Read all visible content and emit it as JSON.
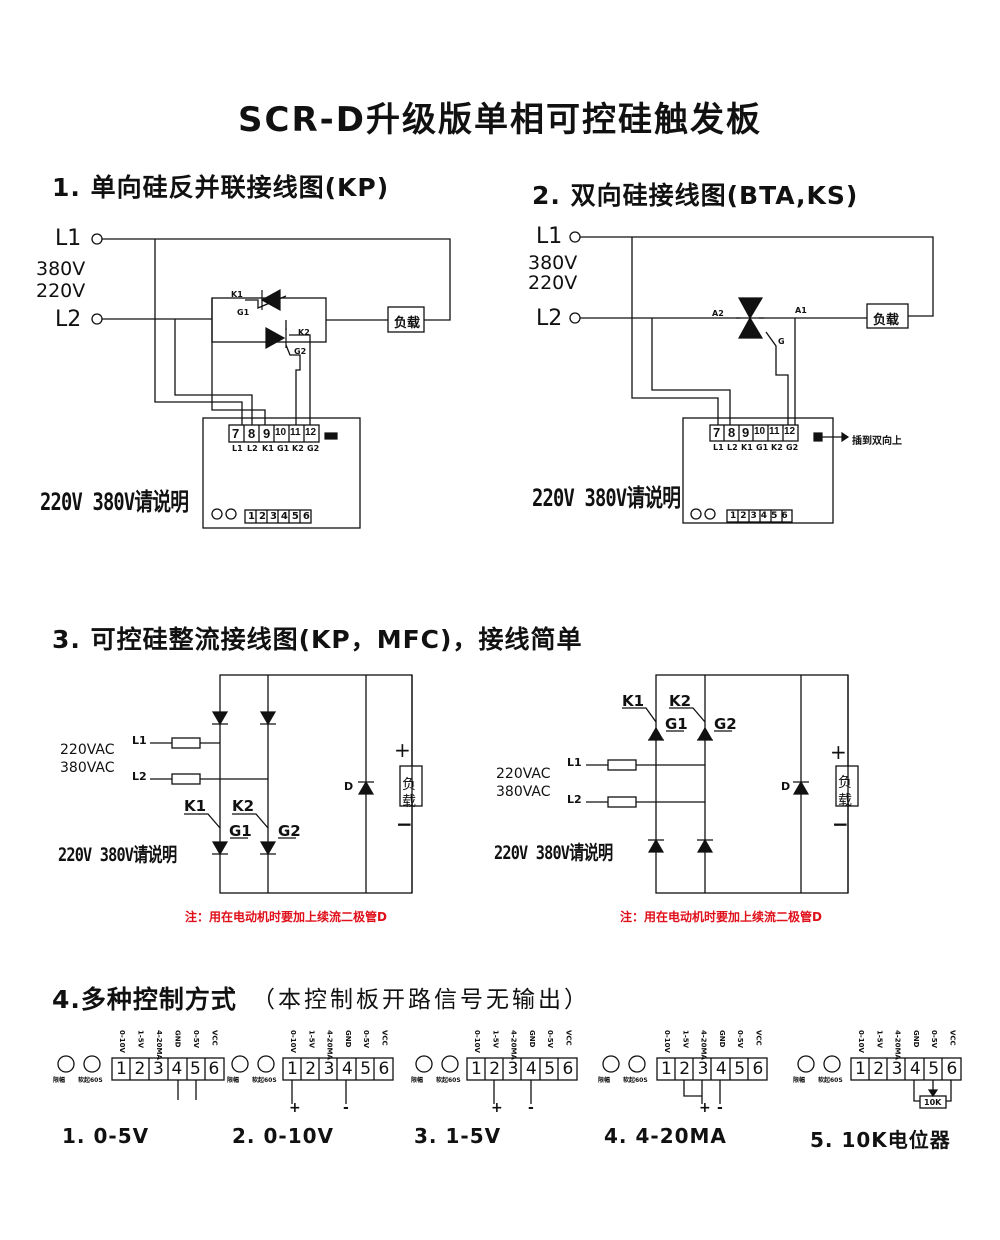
{
  "title": "SCR-D升级版单相可控硅触发板",
  "section1": {
    "heading": "1. 单向硅反并联接线图(KP)",
    "l1": "L1",
    "l2": "L2",
    "v380": "380V",
    "v220": "220V",
    "load": "负载",
    "k1": "K1",
    "g1": "G1",
    "k2": "K2",
    "g2": "G2",
    "terminals": [
      "7",
      "8",
      "9",
      "10",
      "11",
      "12"
    ],
    "terminal_labels": [
      "L1",
      "L2",
      "K1",
      "G1",
      "K2",
      "G2"
    ],
    "note": "220V 380V请说明",
    "lower_terminals": [
      "1",
      "2",
      "3",
      "4",
      "5",
      "6"
    ]
  },
  "section2": {
    "heading": "2. 双向硅接线图(BTA,KS)",
    "l1": "L1",
    "l2": "L2",
    "v380": "380V",
    "v220": "220V",
    "load": "负载",
    "a2": "A2",
    "a1": "A1",
    "g": "G",
    "terminals": [
      "7",
      "8",
      "9",
      "10",
      "11",
      "12"
    ],
    "terminal_labels": [
      "L1",
      "L2",
      "K1",
      "G1",
      "K2",
      "G2"
    ],
    "jumper_note": "插到双向上",
    "note": "220V 380V请说明",
    "lower_terminals": [
      "1",
      "2",
      "3",
      "4",
      "5",
      "6"
    ]
  },
  "section3": {
    "heading": "3. 可控硅整流接线图(KP，MFC)，接线简单",
    "left": {
      "v220": "220VAC",
      "v380": "380VAC",
      "l1": "L1",
      "l2": "L2",
      "k1": "K1",
      "k2": "K2",
      "g1": "G1",
      "g2": "G2",
      "d": "D",
      "plus": "+",
      "minus": "−",
      "load_a": "负",
      "load_b": "载",
      "note": "220V 380V请说明",
      "warning": "注：用在电动机时要加上续流二极管D"
    },
    "right": {
      "v220": "220VAC",
      "v380": "380VAC",
      "l1": "L1",
      "l2": "L2",
      "k1": "K1",
      "k2": "K2",
      "g1": "G1",
      "g2": "G2",
      "d": "D",
      "plus": "+",
      "minus": "−",
      "load_a": "负",
      "load_b": "载",
      "note": "220V 380V请说明",
      "warning": "注：用在电动机时要加上续流二极管D"
    }
  },
  "section4": {
    "heading": "4.多种控制方式",
    "subheading": "（本控制板开路信号无输出）",
    "pin_labels": [
      "0-10V",
      "1-5V",
      "4-20MA",
      "GND",
      "0-5V",
      "VCC"
    ],
    "knob_labels": [
      "限幅",
      "软起60S"
    ],
    "modes": [
      {
        "label": "1. 0-5V",
        "plus": "",
        "minus": ""
      },
      {
        "label": "2. 0-10V",
        "plus": "+",
        "minus": "-"
      },
      {
        "label": "3. 1-5V",
        "plus": "+",
        "minus": "-"
      },
      {
        "label": "4. 4-20MA",
        "plus": "+",
        "minus": "-"
      },
      {
        "label": "5. 10K电位器",
        "pot": "10K"
      }
    ],
    "terminals": [
      "1",
      "2",
      "3",
      "4",
      "5",
      "6"
    ]
  }
}
